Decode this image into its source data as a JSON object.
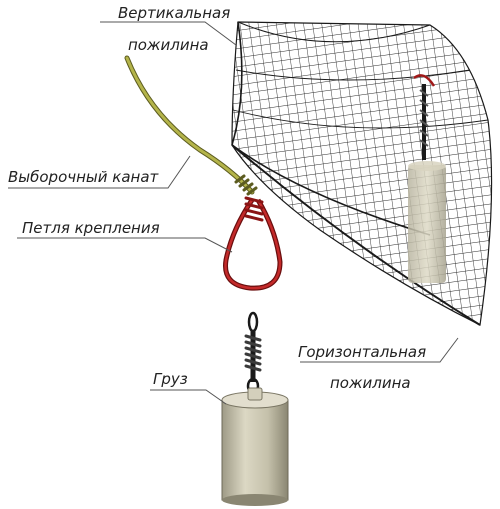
{
  "labels": {
    "vertical_line": "Вертикальная",
    "vertical_line_2": "пожилина",
    "rope": "Выборочный канат",
    "loop": "Петля крепления",
    "weight": "Груз",
    "horizontal_line": "Горизонтальная",
    "horizontal_line_2": "пожилина"
  },
  "colors": {
    "rope": "#9a9a3a",
    "loop": "#a01818",
    "mesh": "#2a2a2a",
    "weight": "#c8c4ae",
    "chain": "#1a1a1a"
  }
}
